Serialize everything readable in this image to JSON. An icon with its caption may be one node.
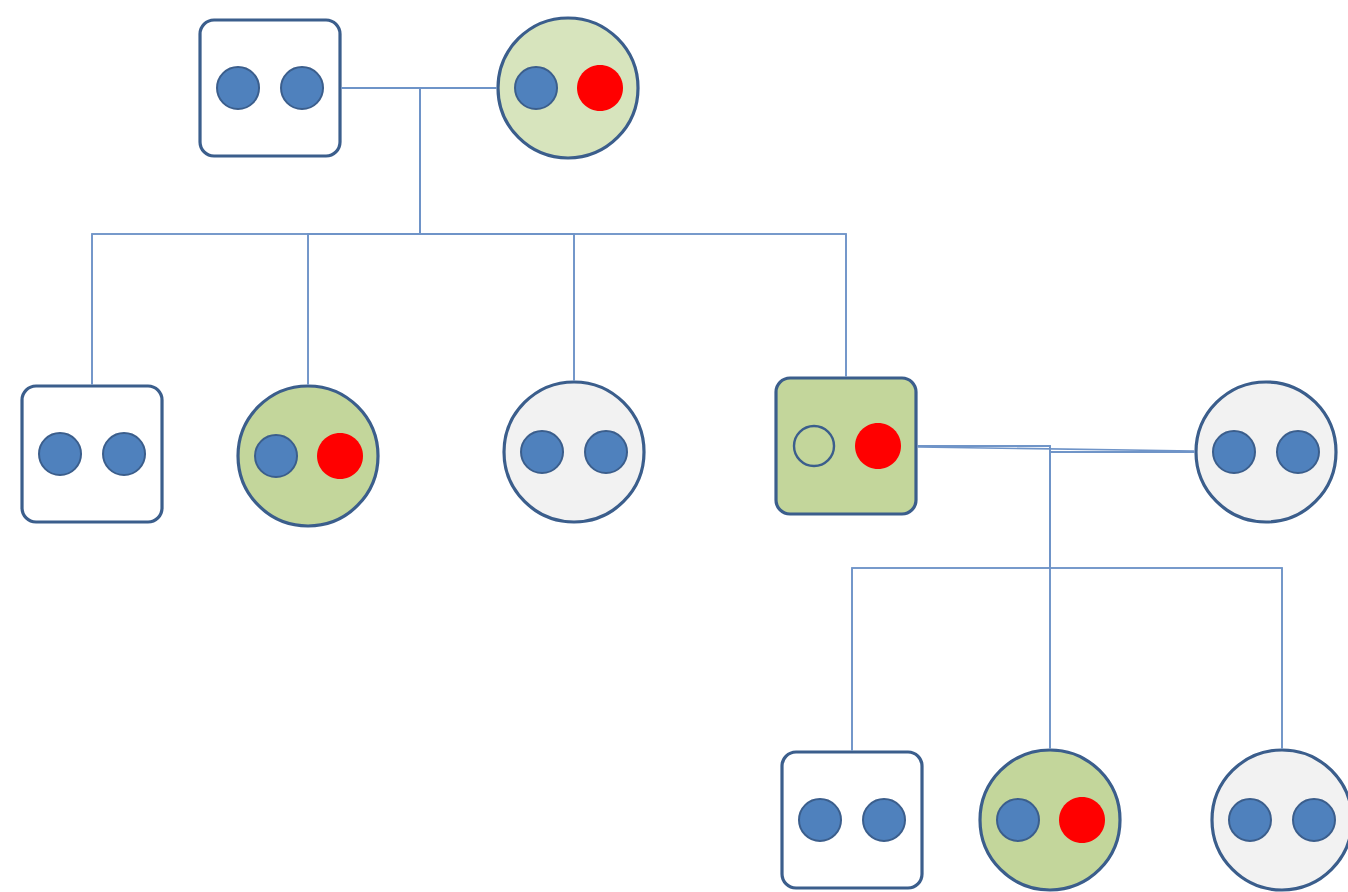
{
  "diagram": {
    "nodes": [
      {
        "text": [],
        "shape": "box"
      },
      {
        "text": [],
        "shape": "circle"
      },
      {
        "text": [],
        "shape": "box"
      },
      {
        "text": [],
        "shape": "circle"
      },
      {
        "text": [],
        "shape": "circle"
      },
      {
        "text": [],
        "shape": "box"
      },
      {
        "text": [],
        "shape": "circle"
      },
      {
        "text": [],
        "shape": "box"
      },
      {
        "text": [],
        "shape": "circle"
      },
      {
        "text": [],
        "shape": "circle"
      }
    ],
    "edges": [
      {
        "from": 0,
        "to": 1,
        "arrow": "none"
      },
      {
        "from": 0,
        "to": 2,
        "arrow": "none"
      },
      {
        "from": 1,
        "to": 2,
        "arrow": "none"
      },
      {
        "from": 0,
        "to": 3,
        "arrow": "none"
      },
      {
        "from": 1,
        "to": 3,
        "arrow": "none"
      },
      {
        "from": 0,
        "to": 4,
        "arrow": "none"
      },
      {
        "from": 1,
        "to": 4,
        "arrow": "none"
      },
      {
        "from": 0,
        "to": 5,
        "arrow": "none"
      },
      {
        "from": 1,
        "to": 5,
        "arrow": "none"
      },
      {
        "from": 5,
        "to": 6,
        "arrow": "none"
      },
      {
        "from": 5,
        "to": 7,
        "arrow": "none"
      },
      {
        "from": 6,
        "to": 7,
        "arrow": "none"
      },
      {
        "from": 5,
        "to": 8,
        "arrow": "none"
      },
      {
        "from": 6,
        "to": 8,
        "arrow": "none"
      },
      {
        "from": 5,
        "to": 9,
        "arrow": "none"
      },
      {
        "from": 6,
        "to": 9,
        "arrow": "none"
      }
    ]
  }
}
